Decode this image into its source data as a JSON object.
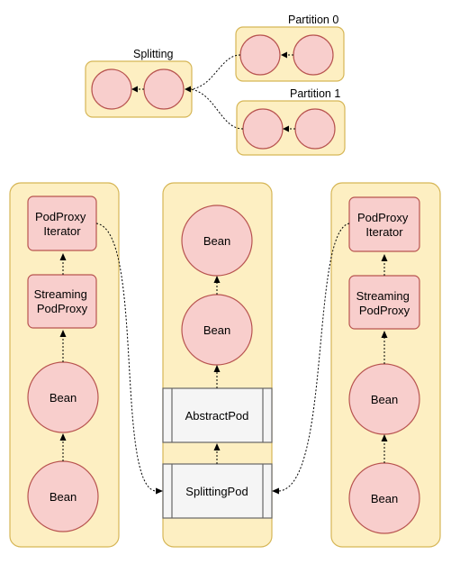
{
  "diagram": {
    "groups": {
      "partition_0": "Partition 0",
      "partition_1": "Partition 1",
      "splitting": "Splitting"
    },
    "nodes": {
      "left_iterator": "PodProxy\nIterator",
      "left_streaming": "Streaming\nPodProxy",
      "left_bean_upper": "Bean",
      "left_bean_lower": "Bean",
      "center_bean_top": "Bean",
      "center_bean_mid": "Bean",
      "abstract_pod": "AbstractPod",
      "splitting_pod": "SplittingPod",
      "right_iterator": "PodProxy\nIterator",
      "right_streaming": "Streaming\nPodProxy",
      "right_bean_upper": "Bean",
      "right_bean_lower": "Bean"
    },
    "colors": {
      "container_fill": "#fdefc2",
      "container_stroke": "#d6b656",
      "node_fill": "#f8cecc",
      "node_stroke": "#b85450",
      "pod_fill": "#f5f5f5",
      "pod_stroke": "#666666"
    }
  }
}
